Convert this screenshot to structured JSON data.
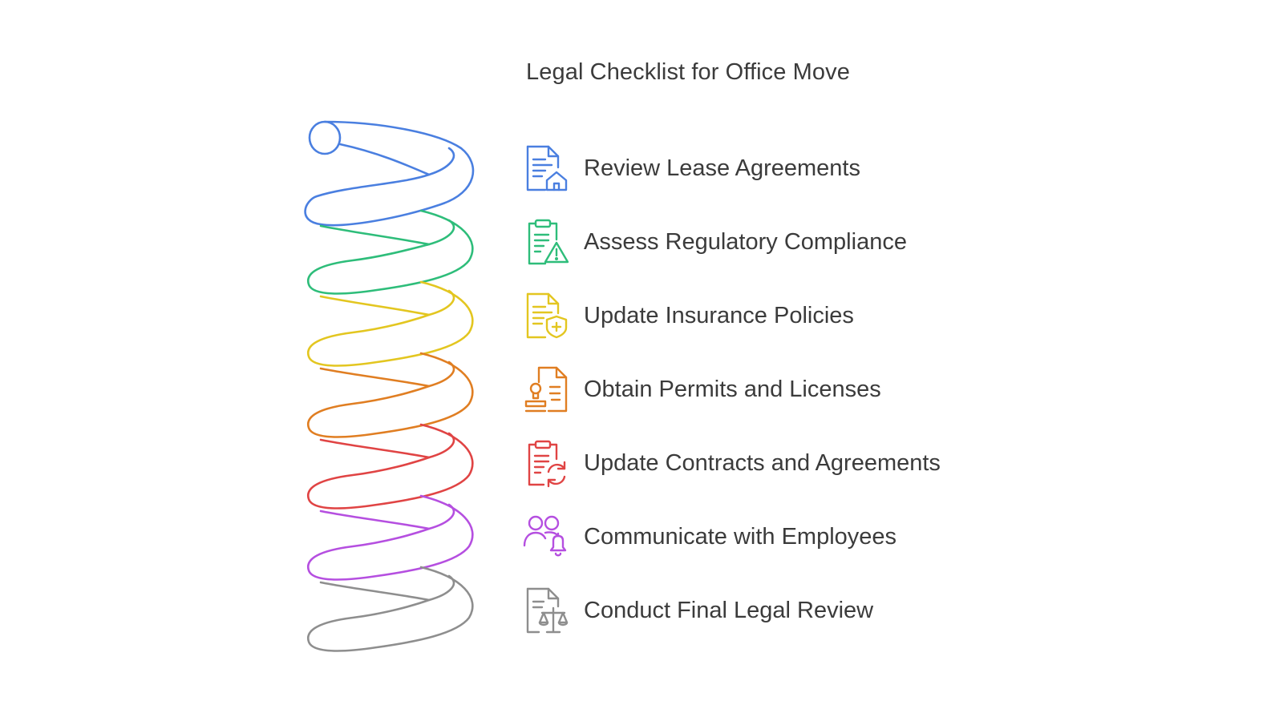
{
  "title": "Legal Checklist for Office Move",
  "colors": {
    "blue": "#4A7FE0",
    "green": "#2EBD7A",
    "yellow": "#E3C620",
    "orange": "#E07E22",
    "red": "#E04444",
    "purple": "#B54FE0",
    "gray": "#8E8E8E",
    "text": "#3b3b3b"
  },
  "items": [
    {
      "label": "Review Lease Agreements",
      "icon": "document-house-icon",
      "color": "#4A7FE0"
    },
    {
      "label": "Assess Regulatory Compliance",
      "icon": "clipboard-warning-icon",
      "color": "#2EBD7A"
    },
    {
      "label": "Update Insurance Policies",
      "icon": "document-shield-icon",
      "color": "#E3C620"
    },
    {
      "label": "Obtain Permits and Licenses",
      "icon": "document-stamp-icon",
      "color": "#E07E22"
    },
    {
      "label": "Update Contracts and Agreements",
      "icon": "clipboard-refresh-icon",
      "color": "#E04444"
    },
    {
      "label": "Communicate with Employees",
      "icon": "users-bell-icon",
      "color": "#B54FE0"
    },
    {
      "label": "Conduct Final Legal Review",
      "icon": "document-scale-icon",
      "color": "#8E8E8E"
    }
  ]
}
